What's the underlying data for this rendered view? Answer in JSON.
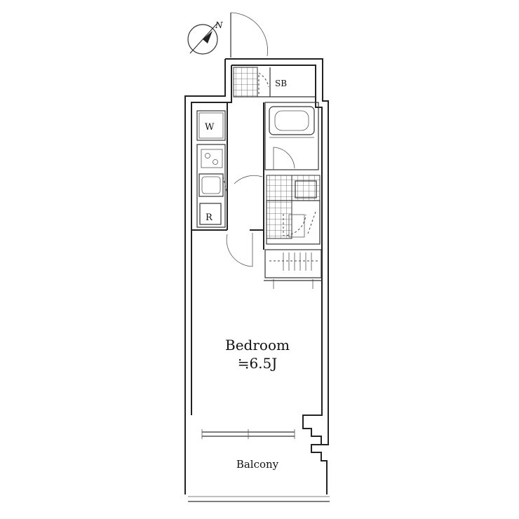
{
  "compass": {
    "north_label": "N"
  },
  "rooms": {
    "bedroom": {
      "name": "Bedroom",
      "size": "≒6.5J"
    },
    "balcony": {
      "name": "Balcony"
    },
    "sb": {
      "label": "SB"
    },
    "w": {
      "label": "W"
    },
    "r": {
      "label": "R"
    }
  }
}
